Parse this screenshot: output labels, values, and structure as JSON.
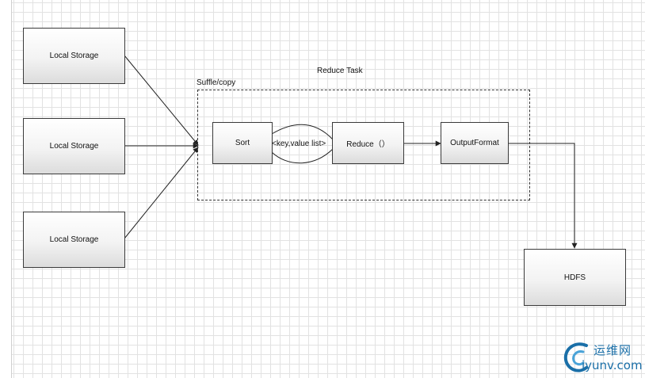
{
  "diagram": {
    "region_title": "Reduce Task",
    "shuffle_label": "Suffle/copy",
    "local_storage": [
      {
        "label": "Local Storage"
      },
      {
        "label": "Local Storage"
      },
      {
        "label": "Local Storage"
      }
    ],
    "sort_label": "Sort",
    "kv_label": "<key,value list>",
    "reduce_label": "Reduce（）",
    "output_label": "OutputFormat",
    "hdfs_label": "HDFS"
  },
  "watermark": {
    "cn": "运维网",
    "en": "iyunv.com"
  },
  "colors": {
    "border": "#3a3a3a",
    "grid": "#e2e2e2",
    "watermark": "#1a6fa8"
  }
}
